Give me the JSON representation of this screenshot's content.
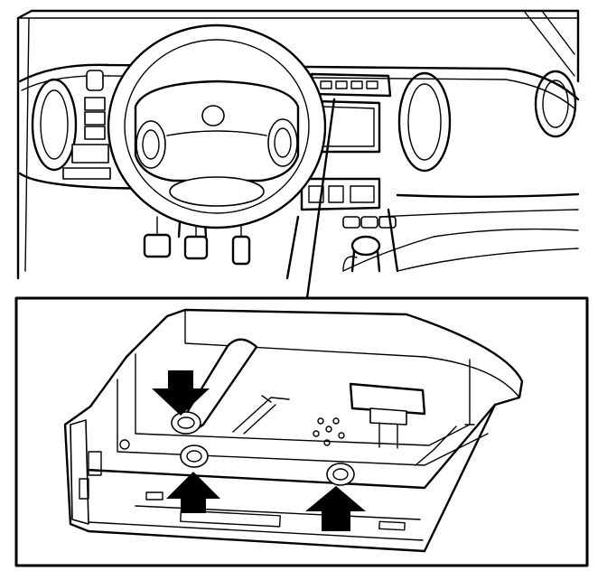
{
  "figure": {
    "view_top": "dashboard-overview",
    "view_detail": "switch-panel-underside",
    "arrows": [
      {
        "id": "upper-left",
        "direction": "down"
      },
      {
        "id": "lower-left",
        "direction": "up"
      },
      {
        "id": "lower-right",
        "direction": "up"
      }
    ],
    "colors": {
      "line": "#000000",
      "background": "#ffffff"
    }
  }
}
